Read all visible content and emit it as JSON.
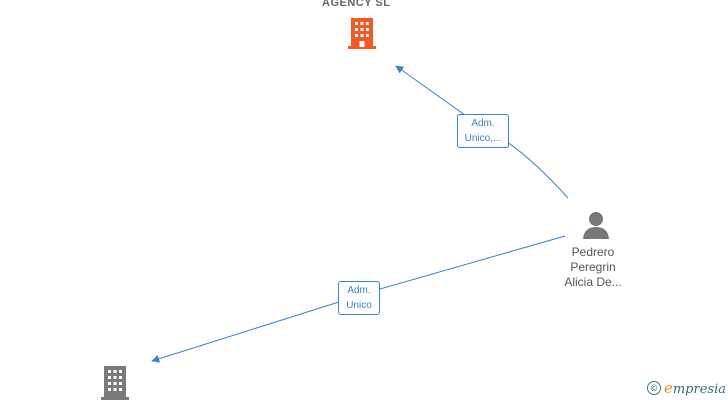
{
  "nodes": {
    "company_top": {
      "title": "AGENCY SL",
      "icon": "building-icon",
      "color": "#f15a24"
    },
    "company_bottom": {
      "title": "",
      "icon": "building-icon",
      "color": "#7a7a7a"
    },
    "person": {
      "icon": "person-icon",
      "color": "#777777",
      "name_lines": [
        "Pedrero",
        "Peregrin",
        "Alicia De..."
      ]
    }
  },
  "edges": [
    {
      "label_lines": [
        "Adm.",
        "Unico,..."
      ]
    },
    {
      "label_lines": [
        "Adm.",
        "Unico"
      ]
    }
  ],
  "colors": {
    "edge": "#3a7fd5"
  },
  "watermark": {
    "symbol": "©",
    "first_letter": "e",
    "rest": "mpresia"
  }
}
